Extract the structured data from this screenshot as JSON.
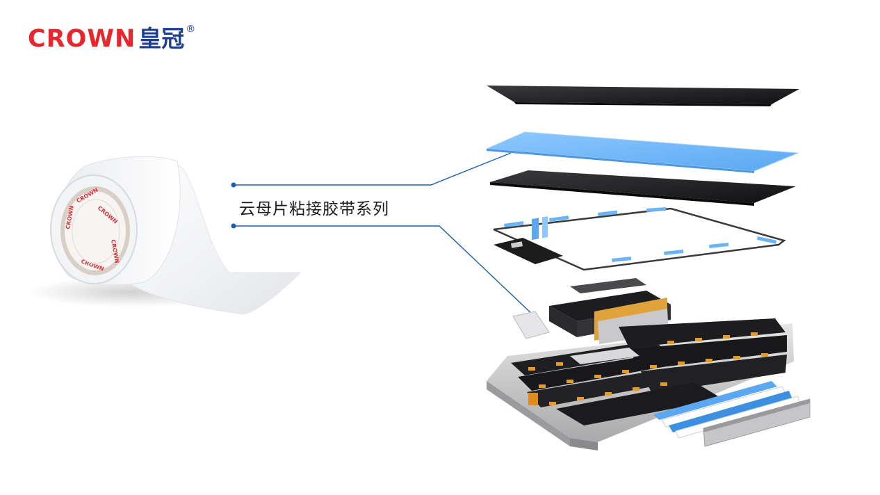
{
  "brand": {
    "name_en": "CROWN",
    "name_cn": "皇冠",
    "registered_mark": "®",
    "logo_colors": {
      "english": "#e8262d",
      "chinese": "#1f3f95"
    }
  },
  "callout": {
    "label": "云母片粘接胶带系列",
    "line_color": "#1a5fb4"
  },
  "tape_roll": {
    "core_print": "CROWN"
  }
}
